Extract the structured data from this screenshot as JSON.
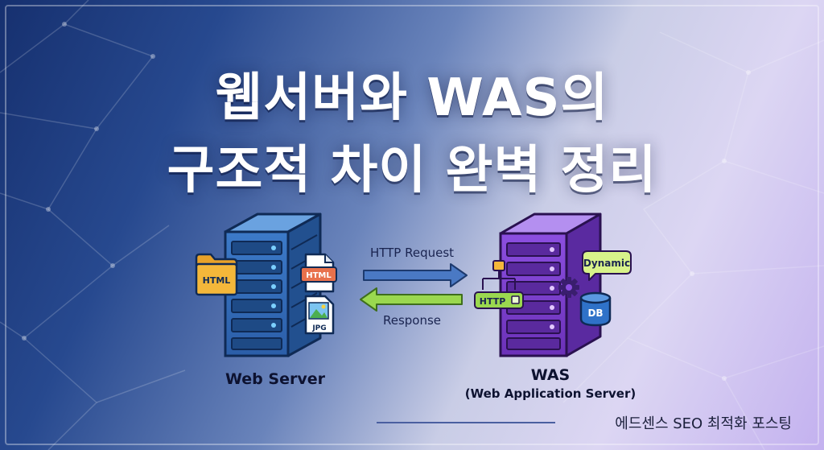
{
  "title": {
    "line1": "웹서버와 WAS의",
    "line2": "구조적 차이 완벽 정리"
  },
  "diagram": {
    "web_server": {
      "label": "Web Server",
      "folder_label": "HTML",
      "file_html_label": "HTML",
      "file_jpg_label": "JPG"
    },
    "arrows": {
      "request_label": "HTTP Request",
      "response_label": "Response"
    },
    "was": {
      "label": "WAS",
      "sublabel": "(Web Application Server)",
      "http_badge": "HTTP",
      "dynamic_bubble": "Dynamic",
      "db_label": "DB"
    }
  },
  "footer": {
    "text": "에드센스 SEO 최적화 포스팅"
  },
  "colors": {
    "web_server": "#2f66b0",
    "was": "#7a3fc8",
    "arrow_request": "#4a79c4",
    "arrow_response": "#9ad84f",
    "accent_yellow": "#f4b73a"
  }
}
